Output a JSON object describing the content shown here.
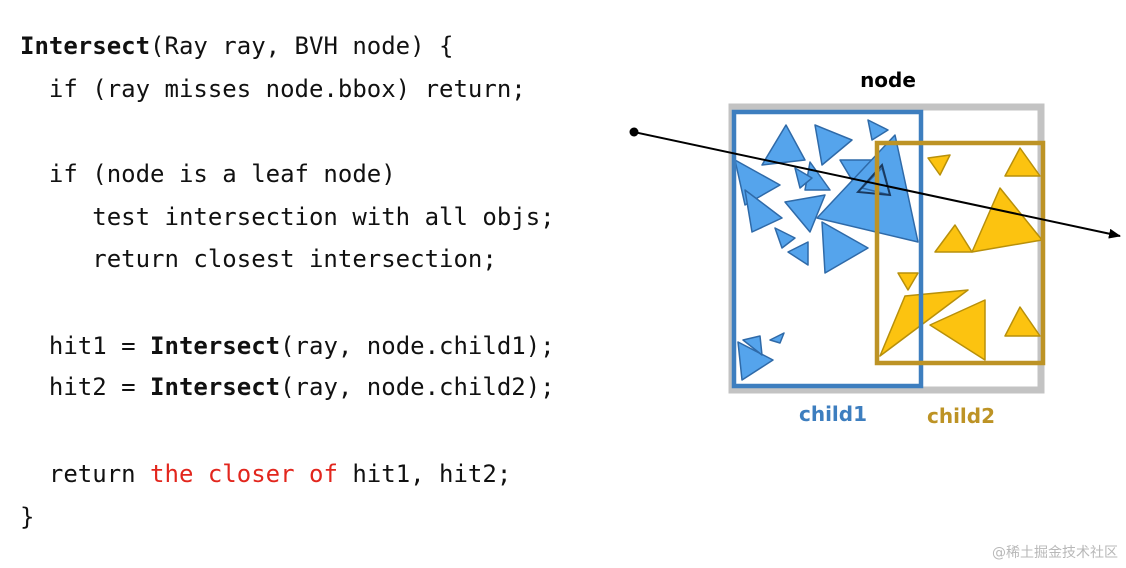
{
  "code": {
    "line1": {
      "fn": "Intersect",
      "rest": "(Ray ray, BVH node) {"
    },
    "line2": "  if (ray misses node.bbox) return;",
    "line3": "  if (node is a leaf node)",
    "line4": "     test intersection with all objs;",
    "line5": "     return closest intersection;",
    "line6": {
      "pre": "  hit1 = ",
      "fn": "Intersect",
      "post": "(ray, node.child1);"
    },
    "line7": {
      "pre": "  hit2 = ",
      "fn": "Intersect",
      "post": "(ray, node.child2);"
    },
    "line8": {
      "pre": "  return ",
      "highlight": "the closer of",
      "post": " hit1, hit2;"
    },
    "line9": "}"
  },
  "diagram": {
    "node_label": "node",
    "child1_label": "child1",
    "child2_label": "child2"
  },
  "colors": {
    "node_box": "#c3c3c3",
    "child1": "#3d7ebf",
    "child2": "#bd9325",
    "child1_tri": "#55a4ec",
    "child2_tri": "#fcc310",
    "code_highlight": "#e2261d"
  },
  "watermark": "@稀土掘金技术社区"
}
